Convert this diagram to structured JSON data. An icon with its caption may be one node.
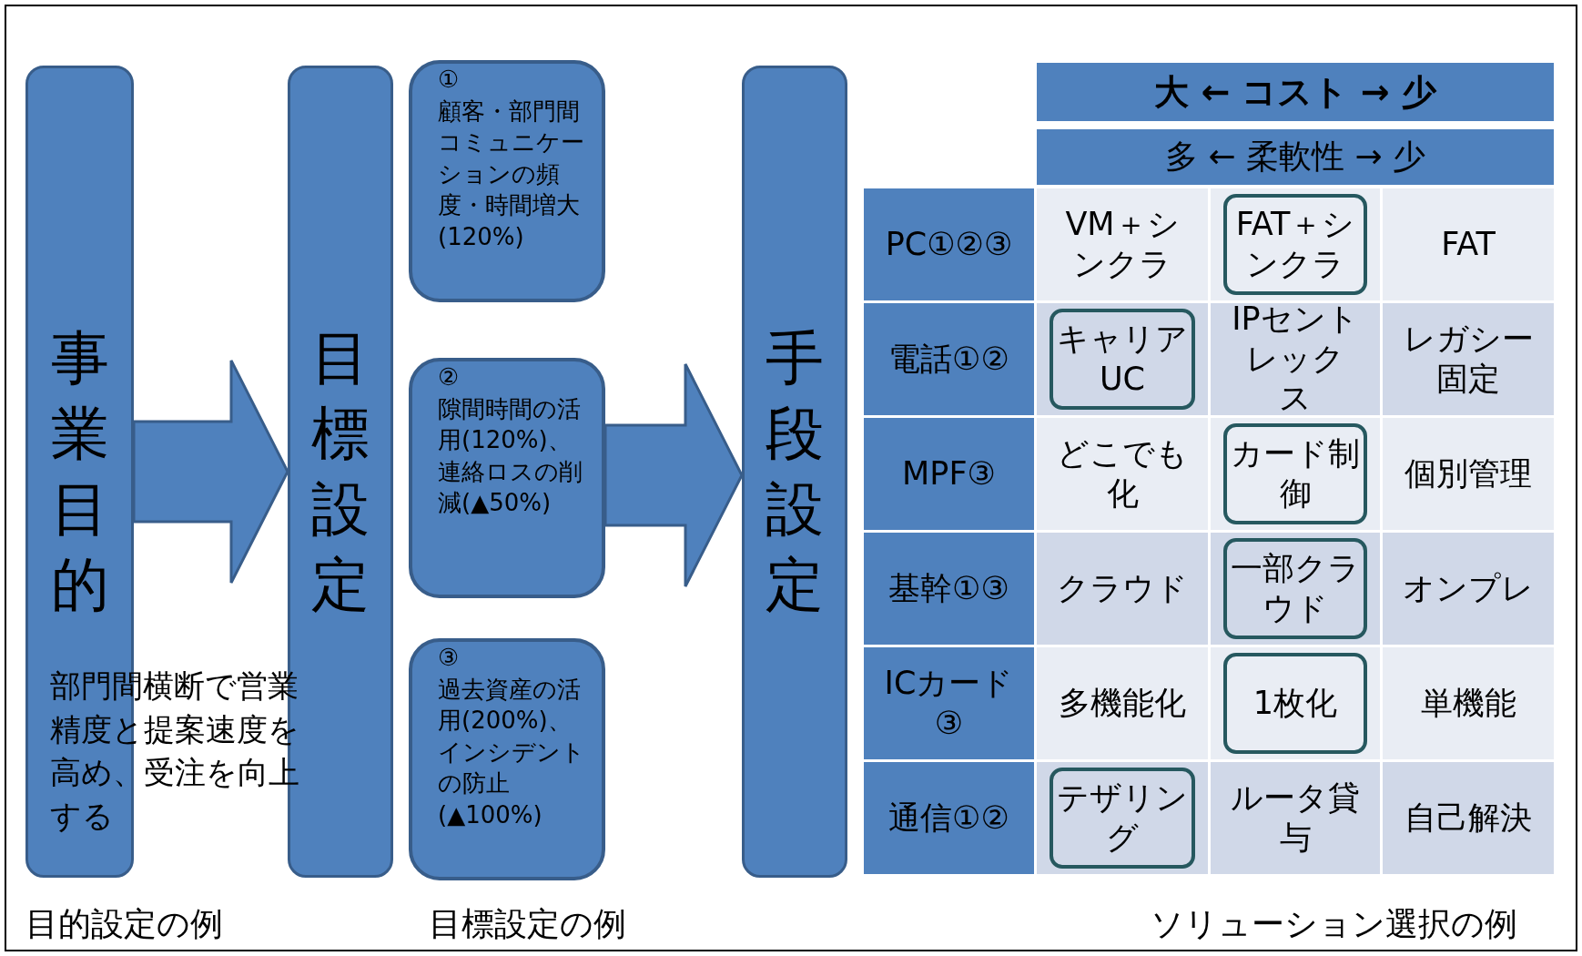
{
  "diagram": {
    "nodes": [
      {
        "text": [
          "事業目的"
        ],
        "beside": [
          "部門間横断で営業精度と提案速度を高め、受注を向上する"
        ]
      },
      {
        "text": [
          "目標設定"
        ]
      },
      {
        "text": [
          "①",
          "顧客・部門間コミュニケーションの頻度・時間増大(120%)"
        ]
      },
      {
        "text": [
          "②",
          "隙間時間の活用(120%)、連絡ロスの削減(▲50%)"
        ]
      },
      {
        "text": [
          "③",
          "過去資産の活用(200%)、インシデントの防止(▲100%)"
        ]
      },
      {
        "text": [
          "手段設定"
        ]
      },
      {
        "text": [
          "FAT＋シンクラ"
        ]
      },
      {
        "text": [
          "キャリアUC"
        ]
      },
      {
        "text": [
          "カード制御"
        ]
      },
      {
        "text": [
          "一部クラウド"
        ]
      },
      {
        "text": [
          "1枚化"
        ]
      },
      {
        "text": [
          "テザリング"
        ]
      }
    ],
    "edges": [
      {
        "from": 0,
        "to": 1,
        "arrow": "to"
      },
      {
        "from": 3,
        "to": 5,
        "arrow": "to"
      }
    ],
    "labels": [
      "大 ← コスト → 少",
      "多 ← 柔軟性 → 少",
      "PC①②③",
      "VM＋シンクラ",
      "FAT",
      "電話①②",
      "IPセントレックス",
      "レガシー固定",
      "MPF③",
      "どこでも化",
      "個別管理",
      "基幹①③",
      "クラウド",
      "オンプレ",
      "ICカード③",
      "多機能化",
      "単機能",
      "通信①②",
      "ルータ貸与",
      "自己解決",
      "目的設定の例",
      "目標設定の例",
      "ソリューション選択の例"
    ]
  }
}
